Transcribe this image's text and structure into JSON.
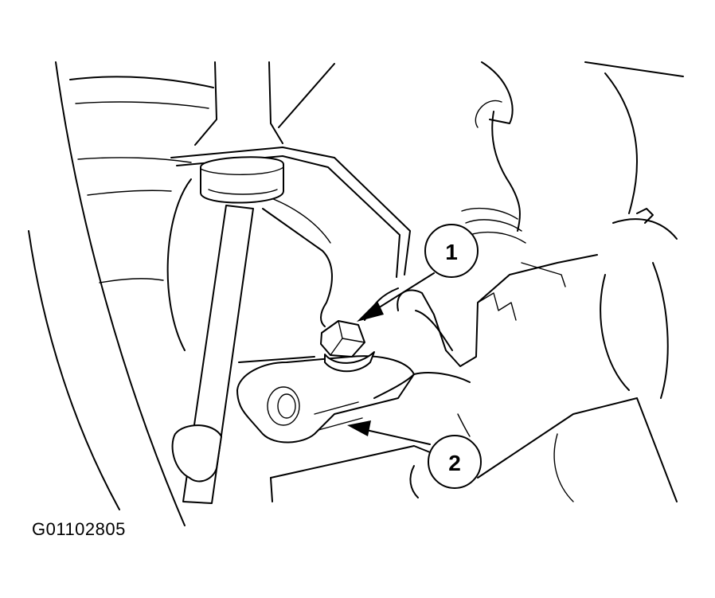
{
  "figure_id": "G01102805",
  "callouts": [
    {
      "label": "1"
    },
    {
      "label": "2"
    }
  ],
  "colors": {
    "line": "#000000",
    "background": "#ffffff"
  }
}
